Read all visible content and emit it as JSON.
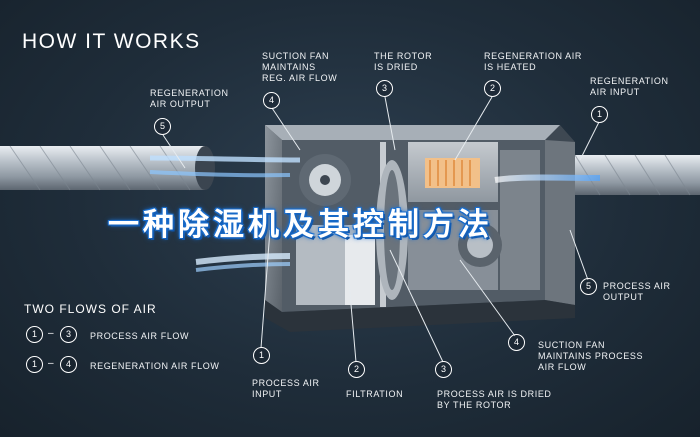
{
  "title": "HOW IT WORKS",
  "overlay_title": "一种除湿机及其控制方法",
  "callouts_top": [
    {
      "number": "5",
      "label": "REGENERATION\nAIR OUTPUT"
    },
    {
      "number": "4",
      "label": "SUCTION FAN\nMAINTAINS\nREG. AIR FLOW"
    },
    {
      "number": "3",
      "label": "THE ROTOR\nIS DRIED"
    },
    {
      "number": "2",
      "label": "REGENERATION AIR\nIS HEATED"
    },
    {
      "number": "1",
      "label": "REGENERATION\nAIR INPUT"
    }
  ],
  "callouts_right": [
    {
      "number": "5",
      "label": "PROCESS AIR\nOUTPUT"
    },
    {
      "number": "4",
      "label": "SUCTION FAN\nMAINTAINS PROCESS\nAIR FLOW"
    }
  ],
  "callouts_bottom": [
    {
      "number": "1",
      "label": "PROCESS AIR\nINPUT"
    },
    {
      "number": "2",
      "label": "FILTRATION"
    },
    {
      "number": "3",
      "label": "PROCESS AIR IS DRIED\nBY THE ROTOR"
    }
  ],
  "legend": {
    "heading": "TWO FLOWS OF AIR",
    "separator": "–",
    "rows": [
      {
        "from": "1",
        "to": "3",
        "label": "PROCESS AIR FLOW"
      },
      {
        "from": "1",
        "to": "4",
        "label": "REGENERATION AIR FLOW"
      }
    ]
  }
}
